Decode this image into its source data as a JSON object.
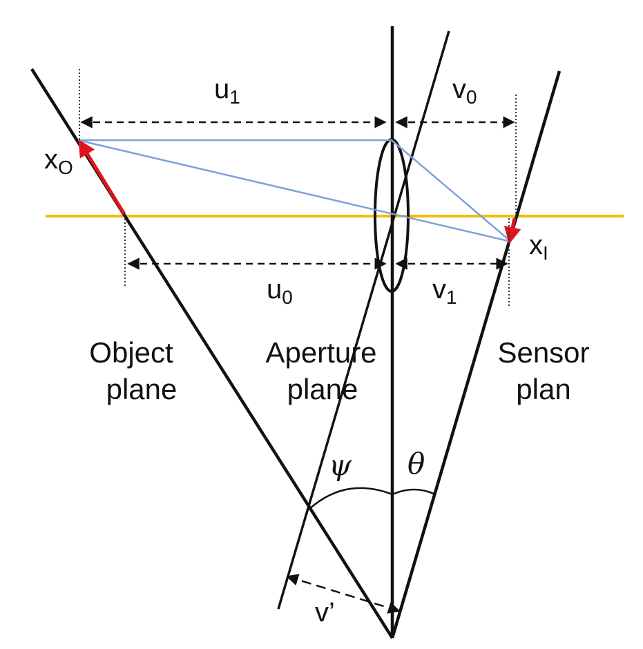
{
  "diagram": {
    "labels": {
      "u1_main": "u",
      "u1_sub": "1",
      "v0_main": "v",
      "v0_sub": "0",
      "u0_main": "u",
      "u0_sub": "0",
      "v1_main": "v",
      "v1_sub": "1",
      "xo_main": "x",
      "xo_sub": "O",
      "xi_main": "x",
      "xi_sub": "I",
      "psi": "ψ",
      "theta": "θ",
      "vprime": "v’"
    },
    "planes": {
      "object_line1": "Object",
      "object_line2": "plane",
      "aperture_line1": "Aperture",
      "aperture_line2": "plane",
      "sensor_line1": "Sensor",
      "sensor_line2": "plan"
    },
    "colors": {
      "optical_axis": "#F2BE00",
      "rays": "#7FA0D8",
      "arrows_red": "#E0141B",
      "lines": "#111111"
    }
  }
}
